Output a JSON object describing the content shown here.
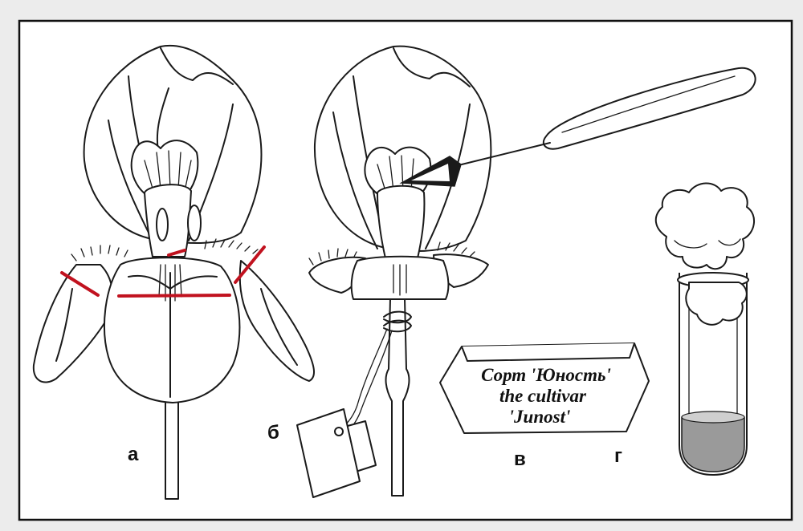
{
  "labels": {
    "a": "а",
    "b": "б",
    "v": "в",
    "g": "г"
  },
  "tag": {
    "line1": "Сорт 'Юность'",
    "line2": "the cultivar",
    "line3": "'Junost'"
  },
  "colors": {
    "background": "#ececec",
    "panel": "#ffffff",
    "ink": "#1a1a1a",
    "cut_marks": "#c1121f"
  }
}
